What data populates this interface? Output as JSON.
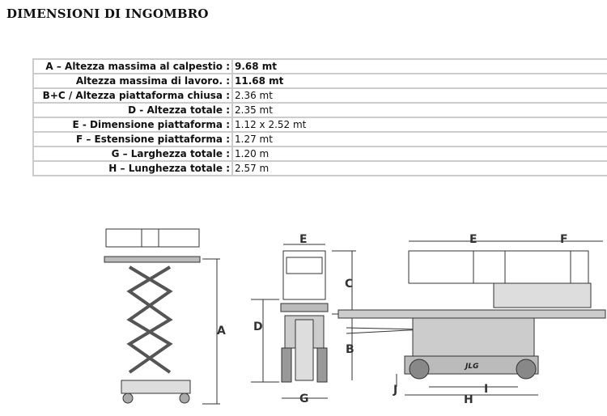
{
  "title": "DIMENSIONI DI INGOMBRO",
  "rows": [
    {
      "label": "A – Altezza massima al calpestio :",
      "value": "9.68 mt",
      "bold": true
    },
    {
      "label": "Altezza massima di lavoro. :",
      "value": "11.68 mt",
      "bold": true
    },
    {
      "label": "B+C / Altezza piattaforma chiusa :",
      "value": "2.36 mt"
    },
    {
      "label": "D - Altezza totale :",
      "value": "2.35 mt"
    },
    {
      "label": "E - Dimensione piattaforma :",
      "value": "1.12 x 2.52 mt"
    },
    {
      "label": "F – Estensione piattaforma :",
      "value": "1.27 mt"
    },
    {
      "label": "G – Larghezza totale :",
      "value": "1.20 m"
    },
    {
      "label": "H – Lunghezza totale :",
      "value": "2.57 m"
    }
  ],
  "diagram": {
    "A": "A",
    "B": "B",
    "C": "C",
    "D": "D",
    "E1": "E",
    "E2": "E",
    "F": "F",
    "G": "G",
    "H": "H",
    "I": "I",
    "J": "J",
    "logo": "JLG"
  }
}
